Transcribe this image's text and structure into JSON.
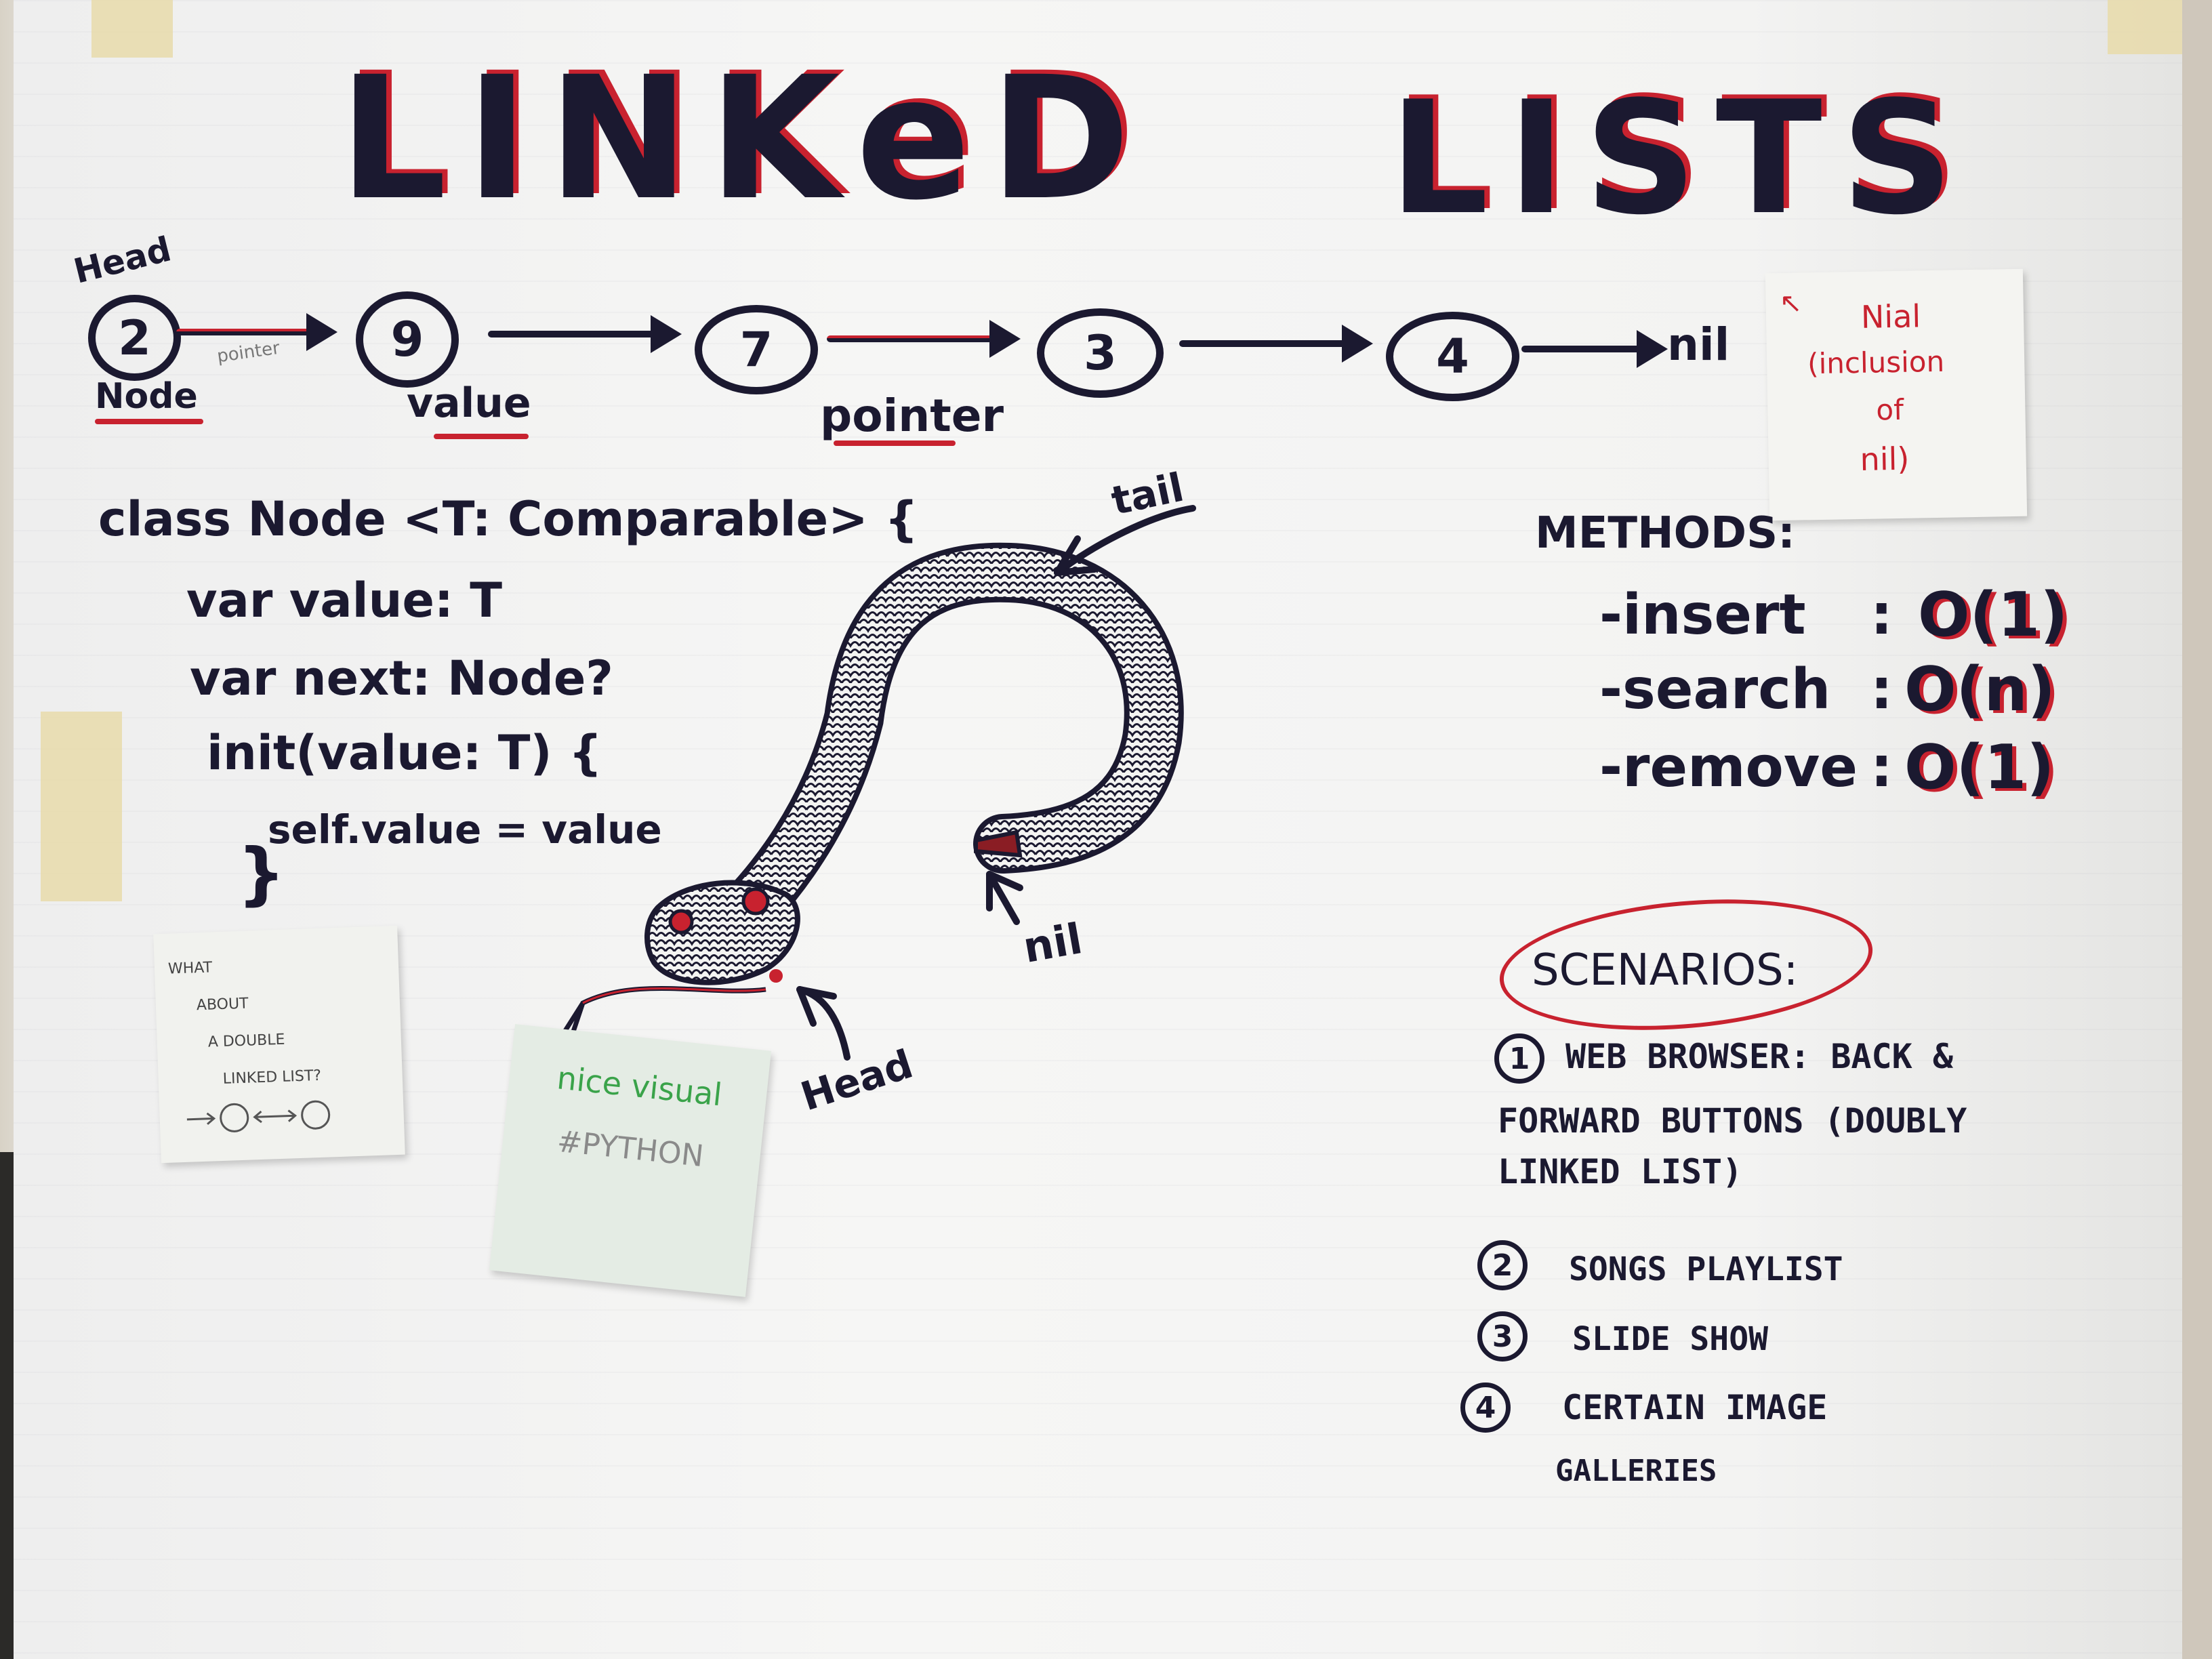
{
  "title": {
    "word1": "LINKeD",
    "word2": "LISTS"
  },
  "diagram": {
    "head_label": "Head",
    "node_label": "Node",
    "value_label": "value",
    "pointer_small": "pointer",
    "pointer_label": "pointer",
    "nodes": [
      "2",
      "9",
      "7",
      "3",
      "4"
    ],
    "end_label": "nil"
  },
  "sticky_nil": {
    "lines": [
      "Nial",
      "(inclusion",
      "of",
      "nil)"
    ]
  },
  "code": {
    "lines": [
      "class Node <T: Comparable> {",
      "var value: T",
      "var next: Node?",
      "init(value: T) {",
      "self.value = value",
      "}"
    ]
  },
  "snake": {
    "tail_label": "tail",
    "nil_label": "nil",
    "head_label": "Head"
  },
  "methods": {
    "heading": "METHODS:",
    "items": [
      {
        "name": "-insert",
        "complexity": "O(1)"
      },
      {
        "name": "-search",
        "complexity": "O(n)"
      },
      {
        "name": "-remove",
        "complexity": "O(1)"
      }
    ]
  },
  "sticky_double": {
    "lines": [
      "WHAT",
      "ABOUT",
      "A DOUBLE",
      "LINKED LIST?"
    ]
  },
  "sticky_nice": {
    "line1": "nice visual",
    "line2": "#PYTHON"
  },
  "scenarios": {
    "heading": "SCENARIOS:",
    "items": [
      {
        "num": "1",
        "lines": [
          "WEB BROWSER: BACK &",
          "FORWARD BUTTONS (DOUBLY",
          "LINKED LIST)"
        ]
      },
      {
        "num": "2",
        "lines": [
          "SONGS PLAYLIST"
        ]
      },
      {
        "num": "3",
        "lines": [
          "SLIDE SHOW"
        ]
      },
      {
        "num": "4",
        "lines": [
          "CERTAIN IMAGE",
          "GALLERIES"
        ]
      }
    ]
  },
  "colors": {
    "marker_black": "#1b1930",
    "marker_red": "#c8222f",
    "paper": "#f3f3f2"
  }
}
